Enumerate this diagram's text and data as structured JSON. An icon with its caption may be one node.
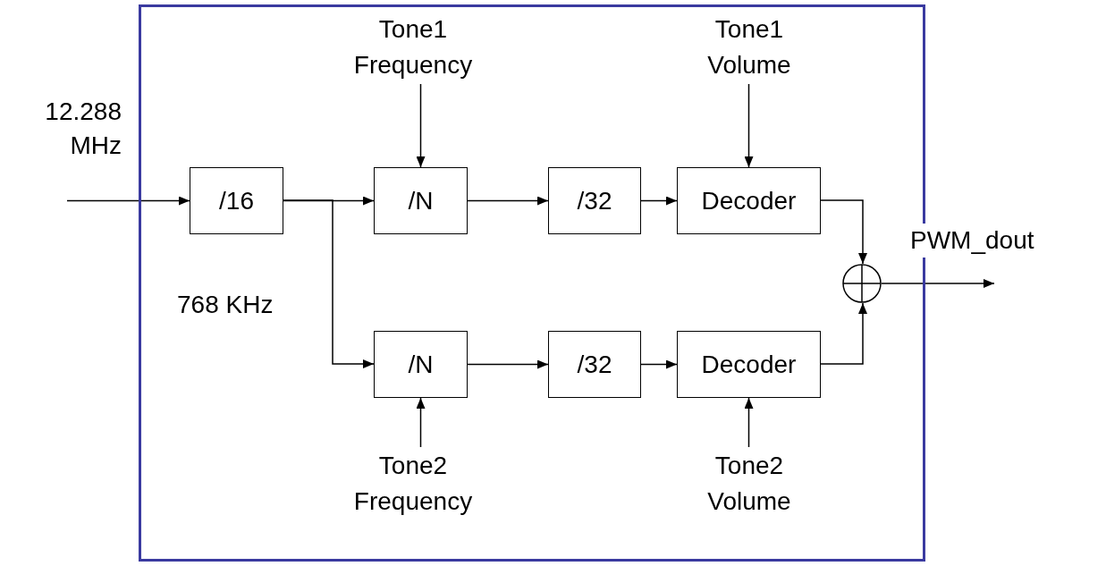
{
  "diagram": {
    "nodes": [
      {
        "text": [],
        "shape": "box"
      },
      {
        "text": [
          "Tone1 Frequency"
        ],
        "in": 0
      },
      {
        "text": [
          "Tone1 Volume"
        ],
        "in": 0
      },
      {
        "text": [
          "/16"
        ],
        "in": 0
      },
      {
        "text": [
          "/N"
        ],
        "in": 0
      },
      {
        "text": [
          "/32"
        ],
        "in": 0
      },
      {
        "text": [
          "Decoder"
        ],
        "in": 0
      },
      {
        "text": [],
        "shape": "circle",
        "in": 0
      },
      {
        "text": [
          "/N"
        ],
        "in": 0
      },
      {
        "text": [
          "/32"
        ],
        "in": 0
      },
      {
        "text": [
          "Decoder"
        ],
        "in": 0
      },
      {
        "text": [
          "Tone2 Frequency"
        ],
        "in": 0
      },
      {
        "text": [
          "Tone2 Volume"
        ],
        "in": 0
      }
    ],
    "edges": [
      {
        "from": null,
        "to": 3,
        "arrow": "to",
        "label": "12.288 MHz"
      },
      {
        "from": 3,
        "to": 4,
        "arrow": "to"
      },
      {
        "from": 3,
        "to": 8,
        "arrow": "to"
      },
      {
        "from": 1,
        "to": 4,
        "arrow": "to"
      },
      {
        "from": 4,
        "to": 5,
        "arrow": "to"
      },
      {
        "from": 5,
        "to": 6,
        "arrow": "to"
      },
      {
        "from": 2,
        "to": 6,
        "arrow": "to"
      },
      {
        "from": 6,
        "to": 7,
        "arrow": "to"
      },
      {
        "from": 8,
        "to": 9,
        "arrow": "to"
      },
      {
        "from": 9,
        "to": 10,
        "arrow": "to"
      },
      {
        "from": 11,
        "to": 8,
        "arrow": "to"
      },
      {
        "from": 12,
        "to": 10,
        "arrow": "to"
      },
      {
        "from": 10,
        "to": 7,
        "arrow": "to"
      },
      {
        "from": 7,
        "to": null,
        "arrow": "to",
        "label": "PWM_dout"
      }
    ],
    "labels": [
      "768 KHz"
    ]
  }
}
